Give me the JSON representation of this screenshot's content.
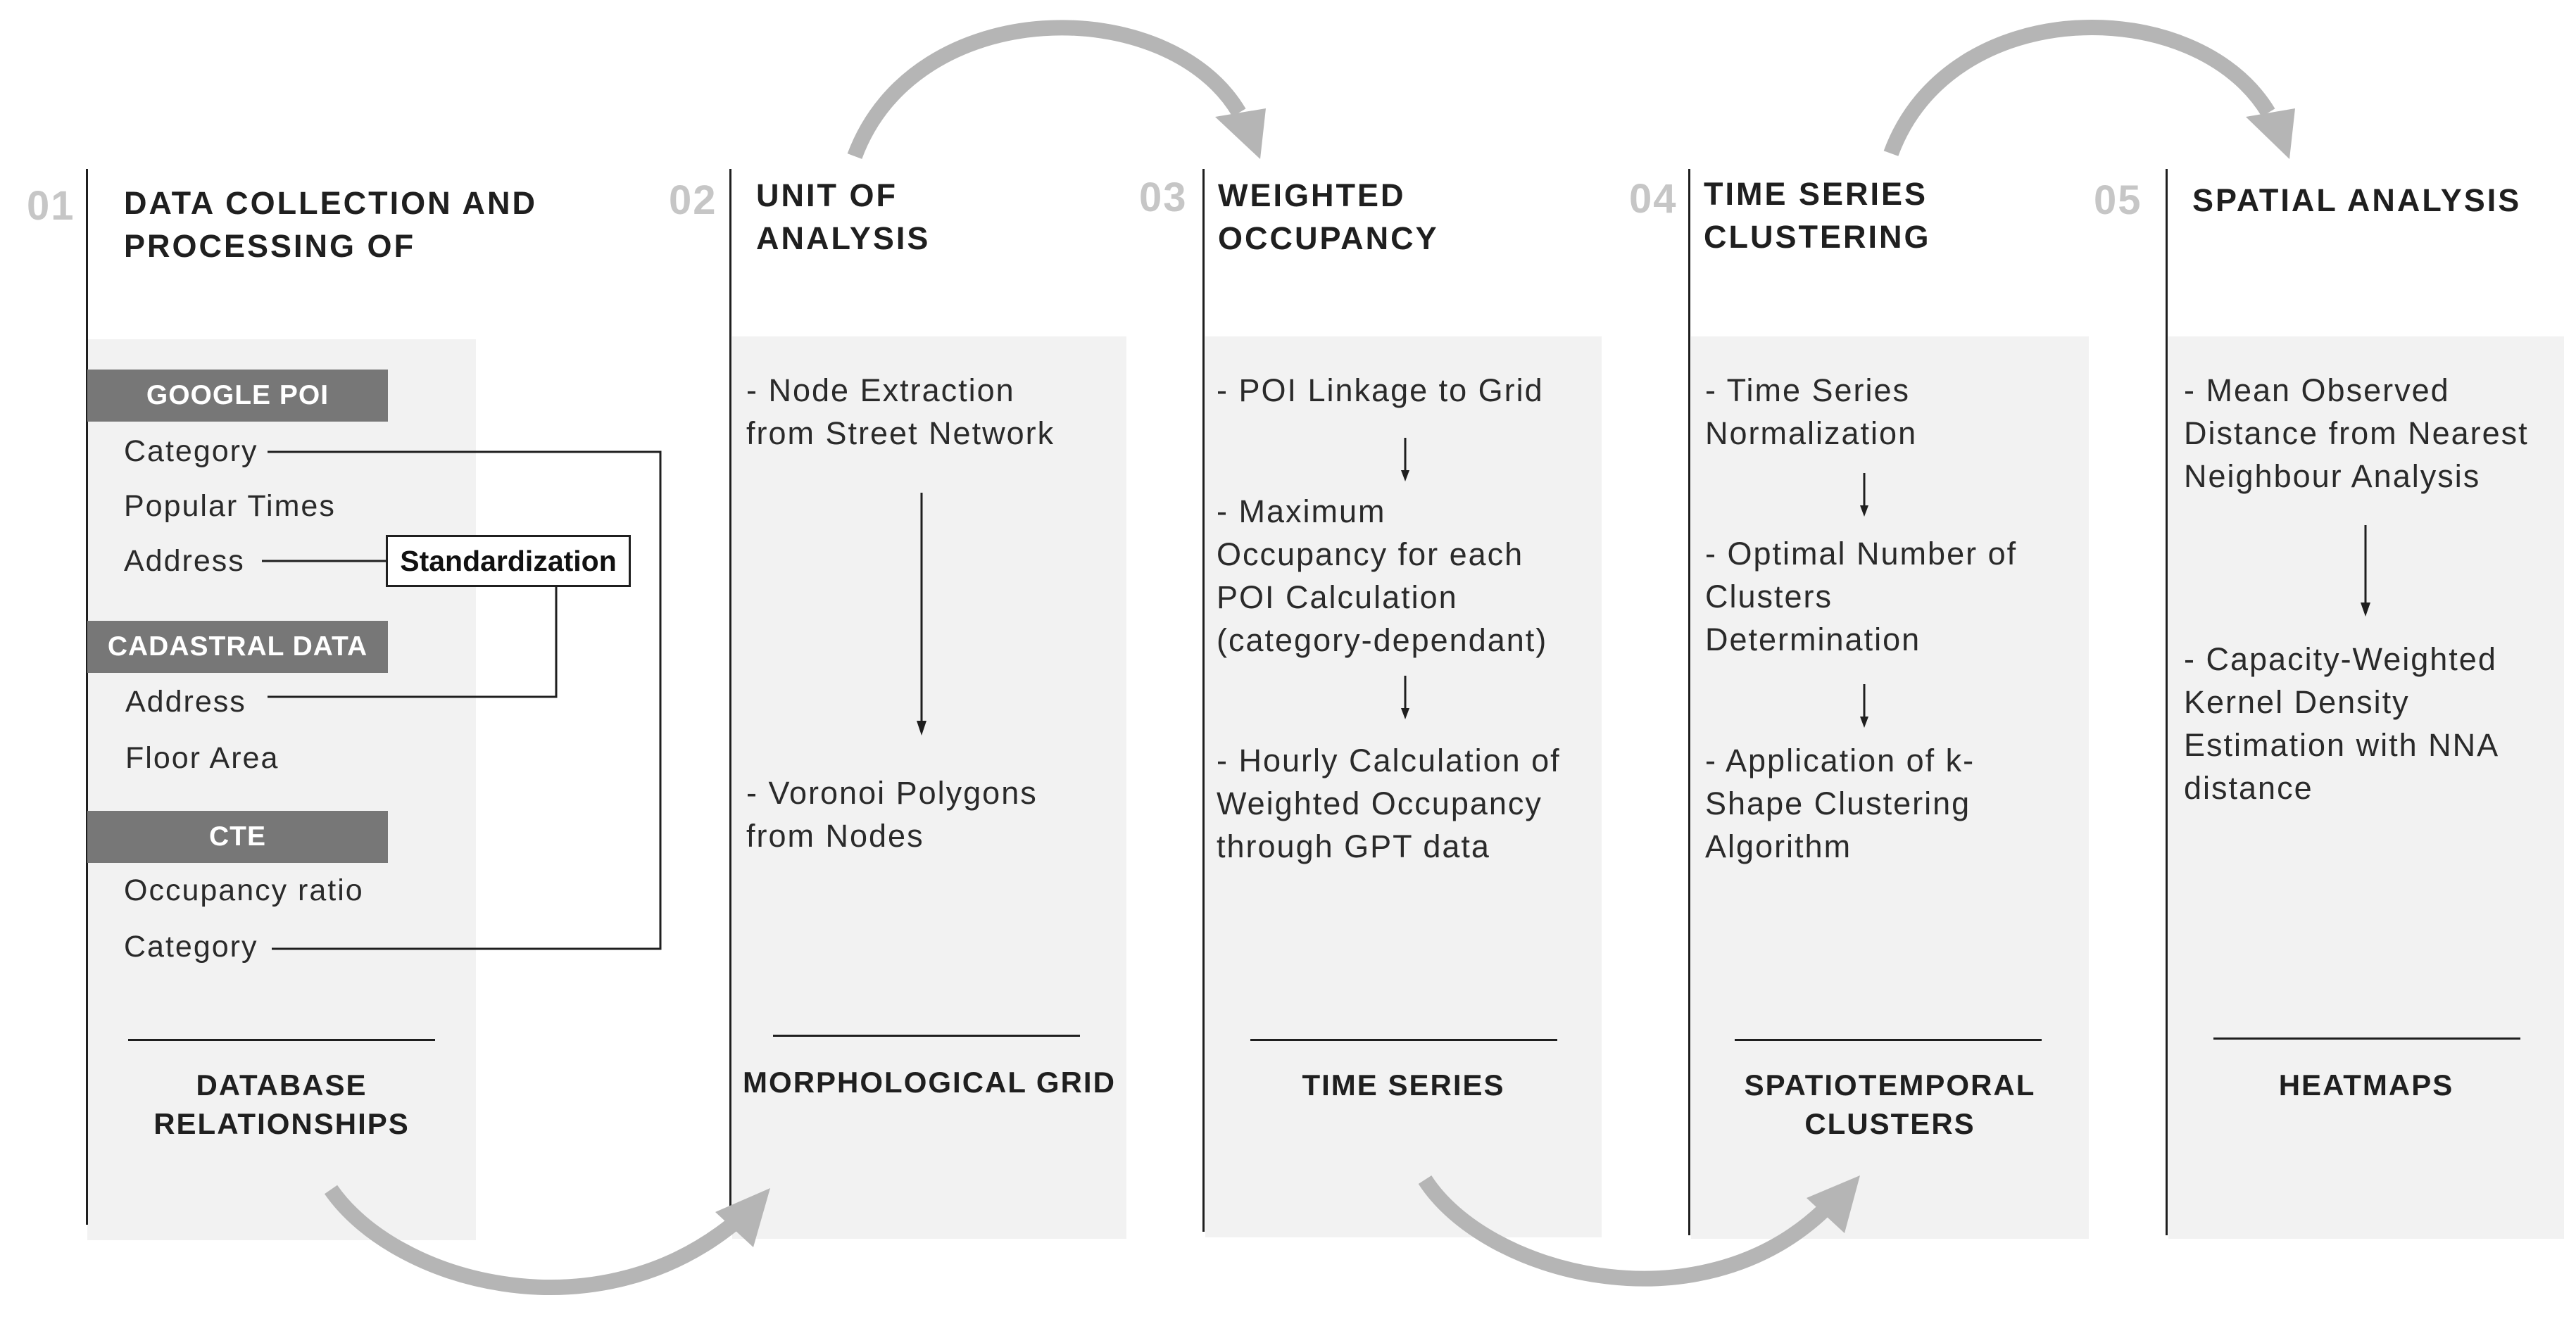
{
  "steps": [
    {
      "number": "01",
      "title": "DATA COLLECTION AND\nPROCESSING OF",
      "output": "DATABASE\nRELATIONSHIPS",
      "sources": [
        {
          "header": "GOOGLE POI",
          "items": [
            "Category",
            "Popular Times",
            "Address"
          ]
        },
        {
          "header": "CADASTRAL DATA",
          "items": [
            "Address",
            "Floor Area"
          ]
        },
        {
          "header": "CTE",
          "items": [
            "Occupancy ratio",
            "Category"
          ]
        }
      ],
      "standardization_label": "Standardization"
    },
    {
      "number": "02",
      "title": "UNIT OF\nANALYSIS",
      "items": [
        "- Node Extraction\nfrom Street Network",
        "- Voronoi Polygons\nfrom Nodes"
      ],
      "output": "MORPHOLOGICAL GRID"
    },
    {
      "number": "03",
      "title": "WEIGHTED\nOCCUPANCY",
      "items": [
        "- POI Linkage to Grid",
        "- Maximum\nOccupancy for each\nPOI Calculation\n(category-dependant)",
        "- Hourly Calculation of\nWeighted Occupancy\nthrough GPT data"
      ],
      "output": "TIME SERIES"
    },
    {
      "number": "04",
      "title": "TIME SERIES\nCLUSTERING",
      "items": [
        "- Time Series\nNormalization",
        "- Optimal Number of\nClusters\nDetermination",
        "- Application of k-\nShape Clustering\nAlgorithm"
      ],
      "output": "SPATIOTEMPORAL\nCLUSTERS"
    },
    {
      "number": "05",
      "title": "SPATIAL ANALYSIS",
      "items": [
        "- Mean Observed\nDistance from Nearest\nNeighbour Analysis",
        "- Capacity-Weighted\nKernel Density\nEstimation with NNA\ndistance"
      ],
      "output": "HEATMAPS"
    }
  ],
  "colors": {
    "panel": "#f2f2f2",
    "header": "#777777",
    "number": "#c6c6c6",
    "curved_arrow": "#b5b5b5",
    "text": "#1f1f1f"
  },
  "icons": {
    "flow": "curved-arrow-icon",
    "step": "down-arrow-icon"
  }
}
